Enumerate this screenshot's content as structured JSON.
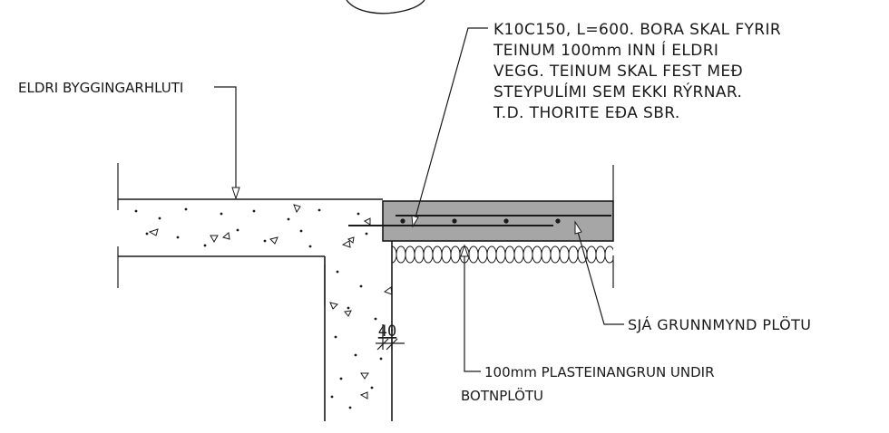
{
  "detail": {
    "rebar_note": [
      "K10C150, L=600. BORA SKAL FYRIR",
      "TEINUM 100mm INN Í ELDRI",
      "VEGG. TEINUM SKAL FEST MEĐ",
      "STEYPULÍMI SEM EKKI RÝRNAR.",
      "T.D. THORITE EĐA SBR."
    ],
    "existing_building_label": "ELDRI BYGGINGARHLUTI",
    "slab_plan_label": "SJÁ GRUNNMYND PLÖTU",
    "insulation_label": [
      "100mm PLASTEINANGRUN UNDIR",
      "BOTNPLÖTU"
    ],
    "dimension_value": "40"
  }
}
